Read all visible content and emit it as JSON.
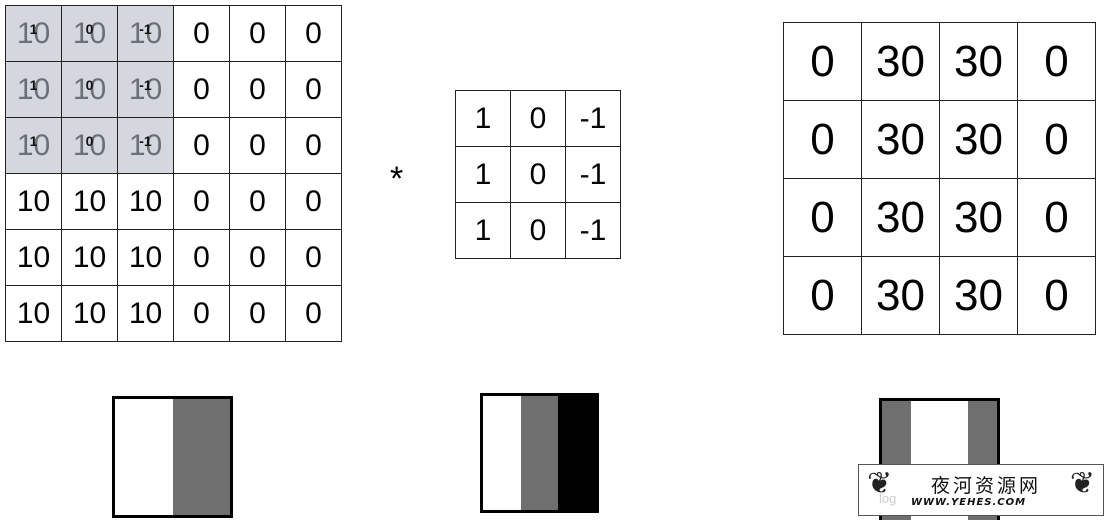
{
  "input_matrix": {
    "rows": [
      [
        "10",
        "10",
        "10",
        "0",
        "0",
        "0"
      ],
      [
        "10",
        "10",
        "10",
        "0",
        "0",
        "0"
      ],
      [
        "10",
        "10",
        "10",
        "0",
        "0",
        "0"
      ],
      [
        "10",
        "10",
        "10",
        "0",
        "0",
        "0"
      ],
      [
        "10",
        "10",
        "10",
        "0",
        "0",
        "0"
      ],
      [
        "10",
        "10",
        "10",
        "0",
        "0",
        "0"
      ]
    ],
    "highlight_kernel": [
      [
        "1",
        "0",
        "-1"
      ],
      [
        "1",
        "0",
        "-1"
      ],
      [
        "1",
        "0",
        "-1"
      ]
    ],
    "highlight_color": "#d4d8de"
  },
  "operator": "*",
  "kernel_matrix": {
    "rows": [
      [
        "1",
        "0",
        "-1"
      ],
      [
        "1",
        "0",
        "-1"
      ],
      [
        "1",
        "0",
        "-1"
      ]
    ]
  },
  "output_matrix": {
    "rows": [
      [
        "0",
        "30",
        "30",
        "0"
      ],
      [
        "0",
        "30",
        "30",
        "0"
      ],
      [
        "0",
        "30",
        "30",
        "0"
      ],
      [
        "0",
        "30",
        "30",
        "0"
      ]
    ]
  },
  "visualizations": {
    "input": [
      {
        "color": "#ffffff",
        "weight": 1
      },
      {
        "color": "#6f6f6f",
        "weight": 1
      }
    ],
    "kernel": [
      {
        "color": "#ffffff",
        "weight": 1
      },
      {
        "color": "#6f6f6f",
        "weight": 1
      },
      {
        "color": "#000000",
        "weight": 1
      }
    ],
    "output": [
      {
        "color": "#6f6f6f",
        "weight": 1
      },
      {
        "color": "#ffffff",
        "weight": 2
      },
      {
        "color": "#6f6f6f",
        "weight": 1
      }
    ]
  },
  "watermark": {
    "title": "夜河资源网",
    "subtitle": "WWW.YEHES.COM",
    "faint_text": "log"
  }
}
